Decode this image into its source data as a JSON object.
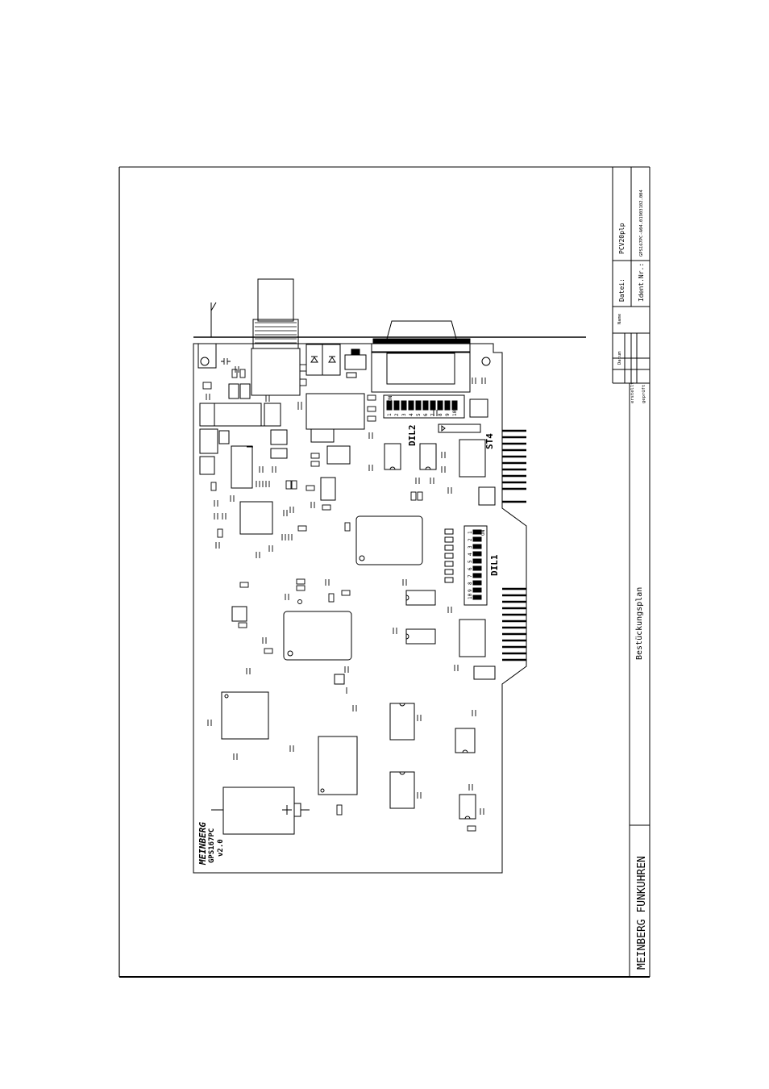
{
  "title_block": {
    "company": "MEINBERG FUNKUHREN",
    "drawing_type": "Bestückungsplan",
    "file_label": "Datei:",
    "file_value": "PCV20plp",
    "ident_label": "Ident.Nr.:",
    "ident_value": "GPS167PC-A04.01903102.004",
    "datum_label": "Datum",
    "name_label": "Name",
    "erstellt_label": "erstellt",
    "geprueft_label": "geprüft"
  },
  "board": {
    "logo": "MEINBERG",
    "model": "GPS167PC",
    "version": "v2.0",
    "dil1_label": "DIL1",
    "dil2_label": "DIL2",
    "st4_label": "ST4",
    "dip_on_label": "ON",
    "dil1_positions": [
      "1",
      "2",
      "3",
      "4",
      "5",
      "6",
      "7",
      "8",
      "9",
      "10"
    ],
    "dil2_positions": [
      "1",
      "2",
      "3",
      "4",
      "5",
      "6",
      "7",
      "8",
      "9",
      "10"
    ]
  }
}
